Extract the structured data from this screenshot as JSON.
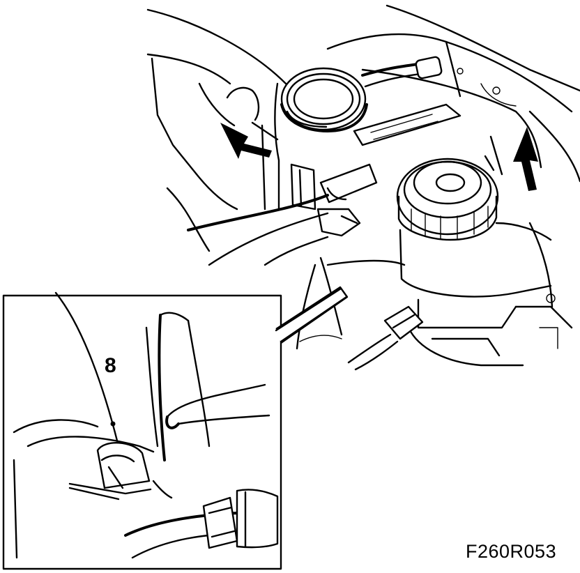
{
  "callout": {
    "number": "8"
  },
  "figure_code": "F260R053",
  "icons": [
    "arrow-left-removal",
    "arrow-right-removal",
    "detail-magnifier-box"
  ]
}
